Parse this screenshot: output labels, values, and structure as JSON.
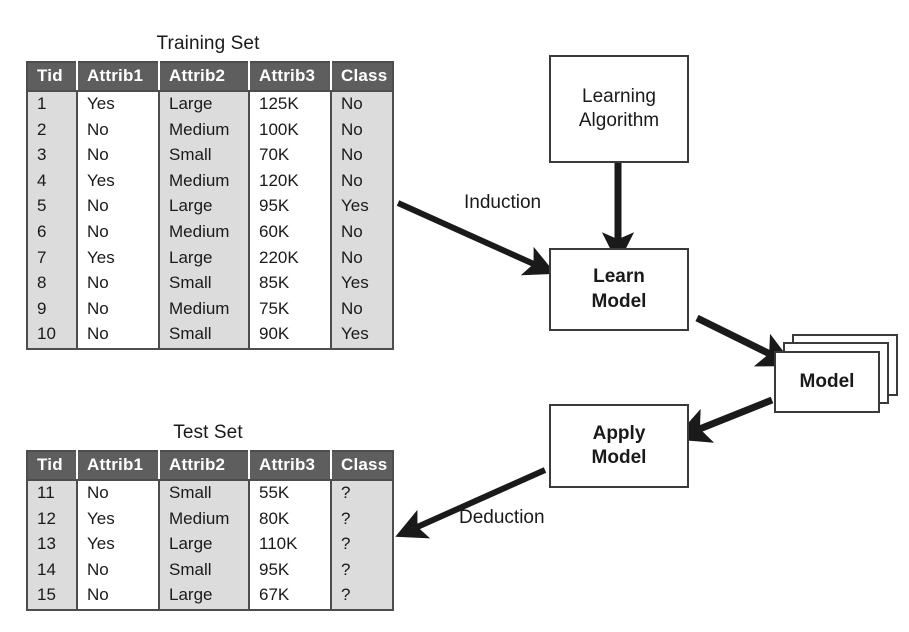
{
  "diagram": {
    "title_training": "Training Set",
    "title_test": "Test Set",
    "columns": [
      "Tid",
      "Attrib1",
      "Attrib2",
      "Attrib3",
      "Class"
    ],
    "training_rows": [
      [
        "1",
        "Yes",
        "Large",
        "125K",
        "No"
      ],
      [
        "2",
        "No",
        "Medium",
        "100K",
        "No"
      ],
      [
        "3",
        "No",
        "Small",
        "70K",
        "No"
      ],
      [
        "4",
        "Yes",
        "Medium",
        "120K",
        "No"
      ],
      [
        "5",
        "No",
        "Large",
        "95K",
        "Yes"
      ],
      [
        "6",
        "No",
        "Medium",
        "60K",
        "No"
      ],
      [
        "7",
        "Yes",
        "Large",
        "220K",
        "No"
      ],
      [
        "8",
        "No",
        "Small",
        "85K",
        "Yes"
      ],
      [
        "9",
        "No",
        "Medium",
        "75K",
        "No"
      ],
      [
        "10",
        "No",
        "Small",
        "90K",
        "Yes"
      ]
    ],
    "test_rows": [
      [
        "11",
        "No",
        "Small",
        "55K",
        "?"
      ],
      [
        "12",
        "Yes",
        "Medium",
        "80K",
        "?"
      ],
      [
        "13",
        "Yes",
        "Large",
        "110K",
        "?"
      ],
      [
        "14",
        "No",
        "Small",
        "95K",
        "?"
      ],
      [
        "15",
        "No",
        "Large",
        "67K",
        "?"
      ]
    ],
    "boxes": {
      "learning_algorithm": "Learning\nAlgorithm",
      "learning_algorithm_line1": "Learning",
      "learning_algorithm_line2": "Algorithm",
      "learn_model_line1": "Learn",
      "learn_model_line2": "Model",
      "apply_model_line1": "Apply",
      "apply_model_line2": "Model",
      "model": "Model"
    },
    "labels": {
      "induction": "Induction",
      "deduction": "Deduction"
    },
    "colors": {
      "header_fill": "#5e5e5e",
      "header_text": "#ffffff",
      "shade_fill": "#dcdcdc",
      "cell_fill": "#ffffff",
      "border": "#4d4d4d",
      "arrow": "#1a1a1a",
      "background": "#ffffff"
    }
  }
}
